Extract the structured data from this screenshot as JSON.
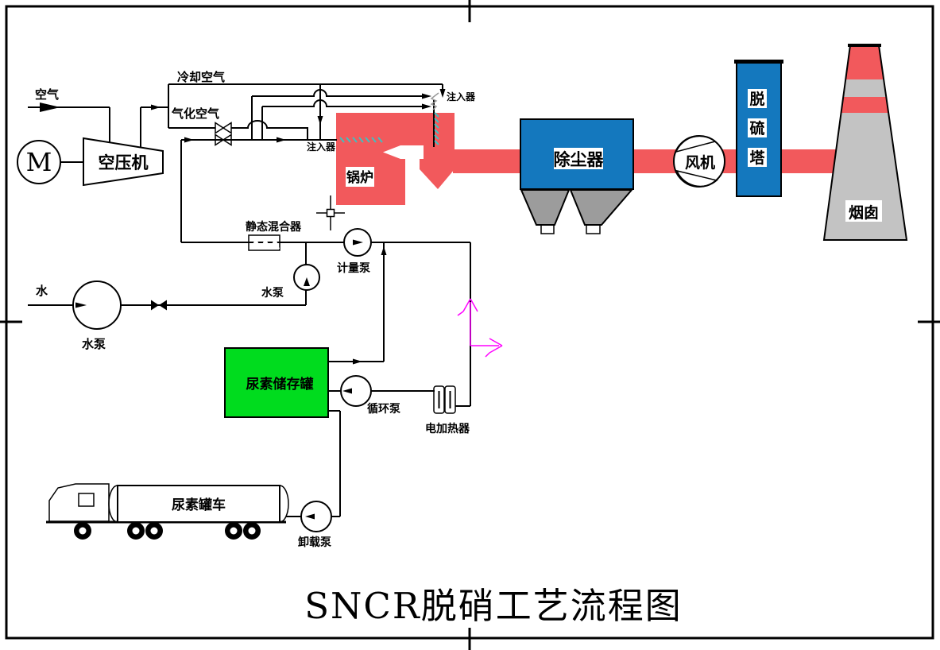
{
  "title": "SNCR脱硝工艺流程图",
  "labels": {
    "air": "空气",
    "motor": "M",
    "compressor": "空压机",
    "cooling_air": "冷却空气",
    "gasification_air": "气化空气",
    "injector_top": "注入器",
    "injector_left": "注入器",
    "boiler": "锅炉",
    "dust_collector": "除尘器",
    "fan": "风机",
    "tower_char_1": "脱",
    "tower_char_2": "硫",
    "tower_char_3": "塔",
    "chimney": "烟囱",
    "static_mixer": "静态混合器",
    "metering_pump": "计量泵",
    "water": "水",
    "water_pump_main": "水泵",
    "water_pump_booster": "水泵",
    "urea_tank": "尿素储存罐",
    "circulation_pump": "循环泵",
    "electric_heater": "电加热器",
    "urea_truck": "尿素罐车",
    "unloading_pump": "卸载泵"
  },
  "colors": {
    "flue_red": "#F2595C",
    "equipment_blue": "#1478BE",
    "hopper_gray": "#9C9C9C",
    "chimney_gray": "#C3C3C3",
    "fan_yellow": "#CBCB00",
    "tank_green": "#00DC1E",
    "mixer_green": "#3CD96A",
    "cab_green": "#16793F",
    "spray_teal": "#3EC1C1",
    "ucs_magenta": "#FF00FF",
    "line_black": "#000000",
    "background": "#FFFFFF"
  }
}
